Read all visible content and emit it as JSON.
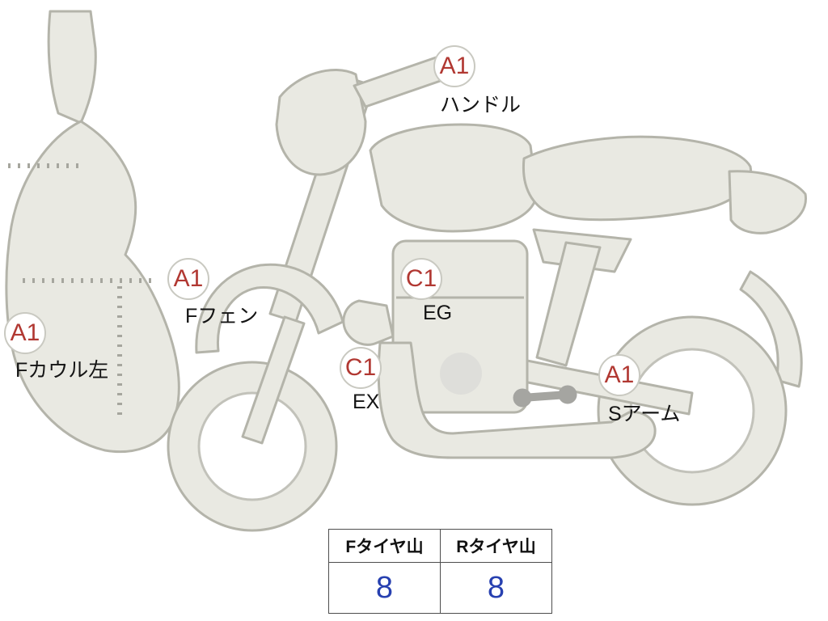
{
  "diagram": {
    "title_hint": "motorcycle-condition-diagram",
    "marker_code_color": "#b13832",
    "markers": [
      {
        "code": "A1",
        "label": "ハンドル"
      },
      {
        "code": "A1",
        "label": "Fフェン"
      },
      {
        "code": "A1",
        "label": "Fカウル左"
      },
      {
        "code": "C1",
        "label": "EG"
      },
      {
        "code": "C1",
        "label": "EX"
      },
      {
        "code": "A1",
        "label": "Sアーム"
      }
    ]
  },
  "tire_table": {
    "headers": [
      "Fタイヤ山",
      "Rタイヤ山"
    ],
    "values": [
      "8",
      "8"
    ],
    "value_color": "#2740b0"
  }
}
